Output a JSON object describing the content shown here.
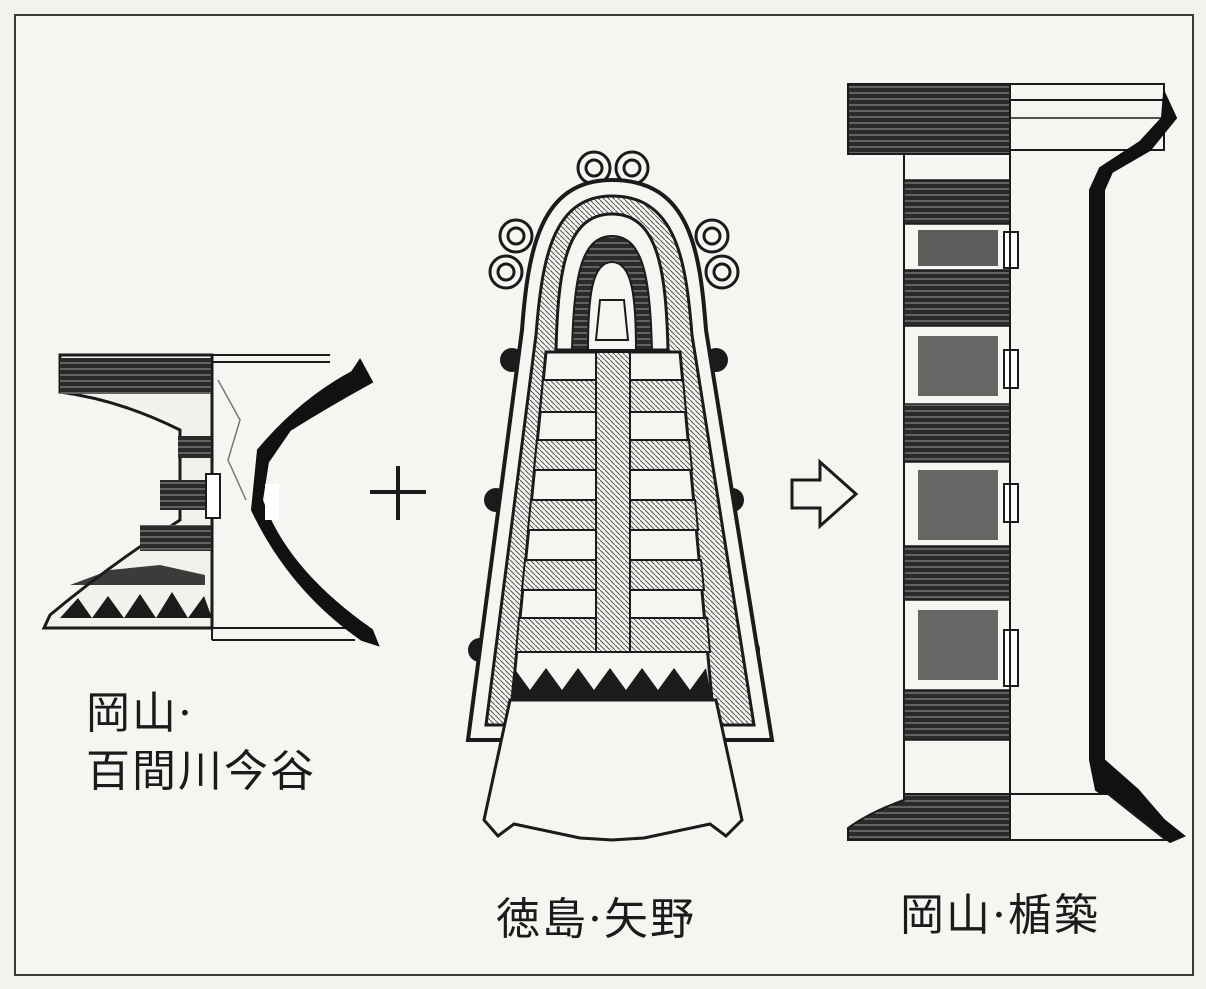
{
  "labels": {
    "left_line1": "岡山·",
    "left_line2": "百間川今谷",
    "center": "徳島·矢野",
    "right": "岡山·楯築"
  },
  "symbols": {
    "plus": "+",
    "arrow": "hollow-right-arrow"
  },
  "colors": {
    "ink": "#1b1b1b",
    "paper": "#f6f5f1",
    "border": "#3b3b3b"
  }
}
